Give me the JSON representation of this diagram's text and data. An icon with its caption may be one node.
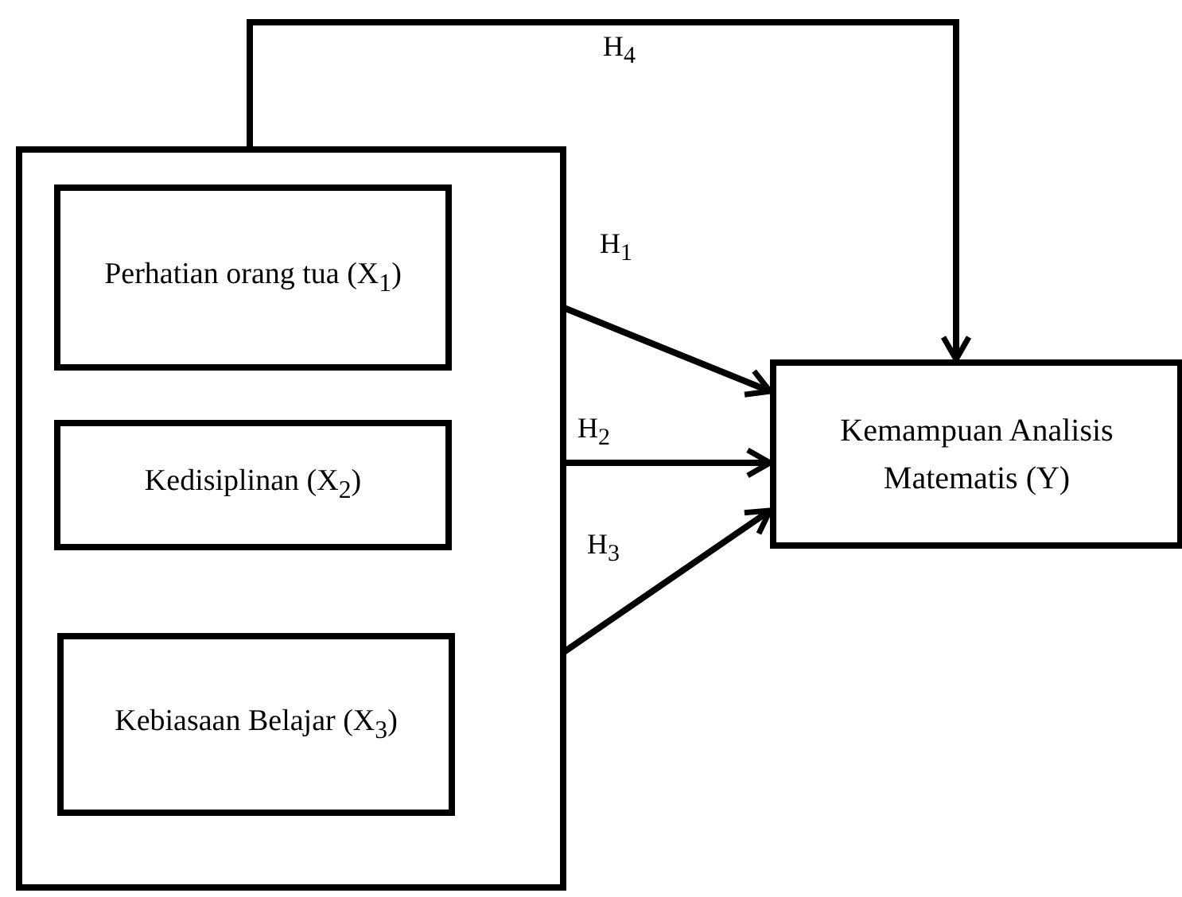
{
  "diagram": {
    "nodes": [
      {
        "text": [],
        "shape": "box"
      },
      {
        "text": [
          "Perhatian orang tua (X$_{1}$)"
        ],
        "in": 0
      },
      {
        "text": [
          "Kedisiplinan (X$_{2}$)"
        ],
        "in": 0
      },
      {
        "text": [
          "Kebiasaan Belajar (X$_{3}$)"
        ],
        "in": 0
      },
      {
        "text": [
          "Kemampuan Analisis Matematis (Y)"
        ]
      }
    ],
    "edges": [
      {
        "from": 1,
        "to": 4,
        "arrow": "to",
        "label": "H$_{1}$"
      },
      {
        "from": 2,
        "to": 4,
        "arrow": "to",
        "label": "H$_{2}$"
      },
      {
        "from": 3,
        "to": 4,
        "arrow": "to",
        "label": "H$_{3}$"
      },
      {
        "from": 0,
        "to": 4,
        "arrow": "to",
        "label": "H$_{4}$"
      }
    ]
  }
}
